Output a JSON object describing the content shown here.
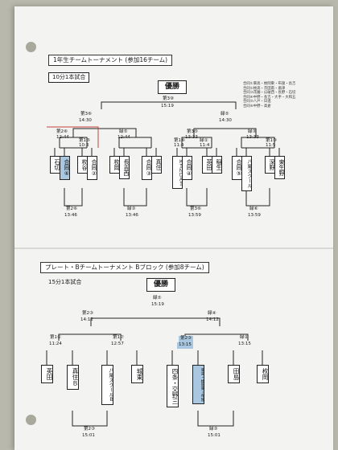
{
  "page": {
    "background": "#b9b8ac",
    "paper": "#f3f4f1",
    "highlight": "#a9c7e0",
    "mark": "#c0453d"
  },
  "top": {
    "title": "1年生チームトーナメント (参加16チーム)",
    "format": "10分1本試合",
    "winner": "優勝",
    "final": {
      "line1": "第3⑨",
      "line2": "15:19"
    },
    "semis": [
      {
        "line1": "第3⑥",
        "line2": "14:30"
      },
      {
        "line1": "緑⑤",
        "line2": "14:30"
      }
    ],
    "quarters": [
      {
        "line1": "第2⑥",
        "line2": "12:44"
      },
      {
        "line1": "緑⑤",
        "line2": "12:44"
      },
      {
        "line1": "第3⑤",
        "line2": "13:33"
      },
      {
        "line1": "緑③",
        "line2": "13:33"
      }
    ],
    "r1": [
      {
        "line1": "第1⑤",
        "line2": "10:3"
      },
      {
        "line1": "緑①",
        "line2": "11:4"
      },
      {
        "line1": "第1⑥",
        "line2": "11:4"
      },
      {
        "line1": "第1③",
        "line2": "11:5"
      }
    ],
    "bottom_matches": [
      {
        "line1": "第2⑥",
        "line2": "13:46"
      },
      {
        "line1": "緑③",
        "line2": "13:46"
      },
      {
        "line1": "第3⑥",
        "line2": "13:59"
      },
      {
        "line1": "緑⑥",
        "line2": "13:59"
      }
    ],
    "teams": [
      "石切",
      "合同⑥",
      "枚谷",
      "合同②",
      "枚岡",
      "長吉西",
      "合同③",
      "真住",
      "ＫＩＮＤＡＩ",
      "合同④",
      "英田",
      "稲生",
      "合同⑤",
      "八尾スクール",
      "深野",
      "東生野"
    ],
    "notes": [
      "合同①東高・枚岡東・布施・長吉",
      "合同②枚高・茨田南・盾津",
      "合同③花園・瓜破西・長野・石切",
      "合同④中野・長吉・大手・大和五",
      "合同⑤八戸・日進",
      "合同⑥中野・高倉"
    ]
  },
  "bottom": {
    "title": "プレート・Bチームトーナメント Bブロック (参加8チーム)",
    "format": "15分1本試合",
    "winner": "優勝",
    "final": {
      "line1": "緑⑤",
      "line2": "15:19"
    },
    "semis": [
      {
        "line1": "第2③",
        "line2": "14:12"
      },
      {
        "line1": "緑④",
        "line2": "14:12"
      }
    ],
    "r1": [
      {
        "line1": "第1①",
        "line2": "11:24"
      },
      {
        "line1": "第1⑦",
        "line2": "12:57"
      },
      {
        "line1": "第2③",
        "line2": "13:15"
      },
      {
        "line1": "緑②",
        "line2": "13:15"
      }
    ],
    "bottom_matches": [
      {
        "line1": "第2③",
        "line2": "15:01"
      },
      {
        "line1": "緑③",
        "line2": "15:01"
      }
    ],
    "teams": [
      "英田",
      "真住Ｂ",
      "八尾スクールＢ",
      "城東",
      "四条・交野三",
      "東高・枚岡東・布施",
      "田島",
      "枚岡"
    ]
  }
}
